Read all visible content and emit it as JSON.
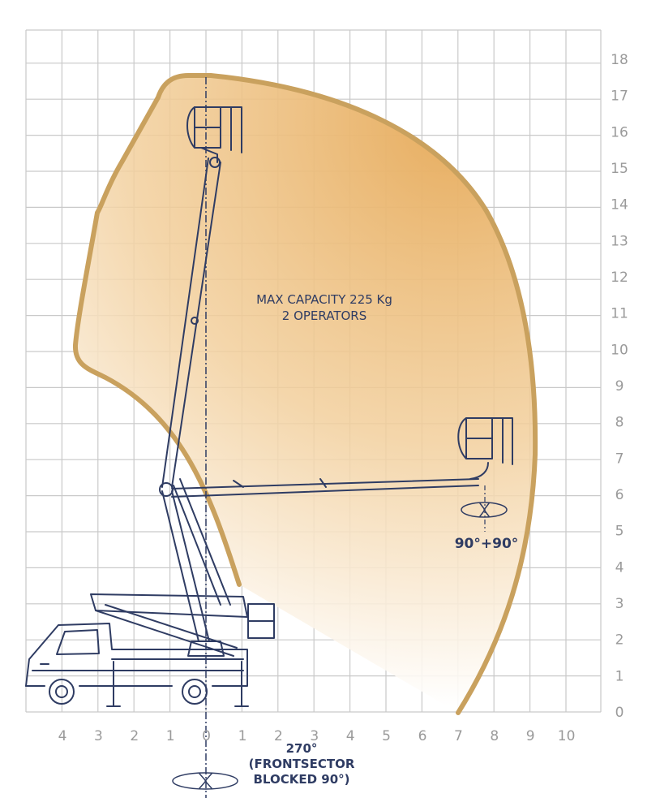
{
  "diagram": {
    "capacity_line1": "MAX CAPACITY 225 Kg",
    "capacity_line2": "2 OPERATORS",
    "platform_rotation": "90°+90°",
    "turret_rotation_line1": "270°",
    "turret_rotation_line2": "(FRONTSECTOR",
    "turret_rotation_line3": "BLOCKED 90°)",
    "y_axis_labels": [
      "0",
      "1",
      "2",
      "3",
      "4",
      "5",
      "6",
      "7",
      "8",
      "9",
      "10",
      "11",
      "12",
      "13",
      "14",
      "15",
      "16",
      "17",
      "18"
    ],
    "x_axis_labels": [
      "4",
      "3",
      "2",
      "1",
      "0",
      "1",
      "2",
      "3",
      "4",
      "5",
      "6",
      "7",
      "8",
      "9",
      "10"
    ],
    "colors": {
      "grid": "#c9c9c9",
      "axis_text": "#9a9a9a",
      "envelope_stroke": "#c9a15e",
      "envelope_fill": "#eab56a",
      "machine_line": "#2f3c63",
      "label_text": "#2f3c63"
    }
  }
}
